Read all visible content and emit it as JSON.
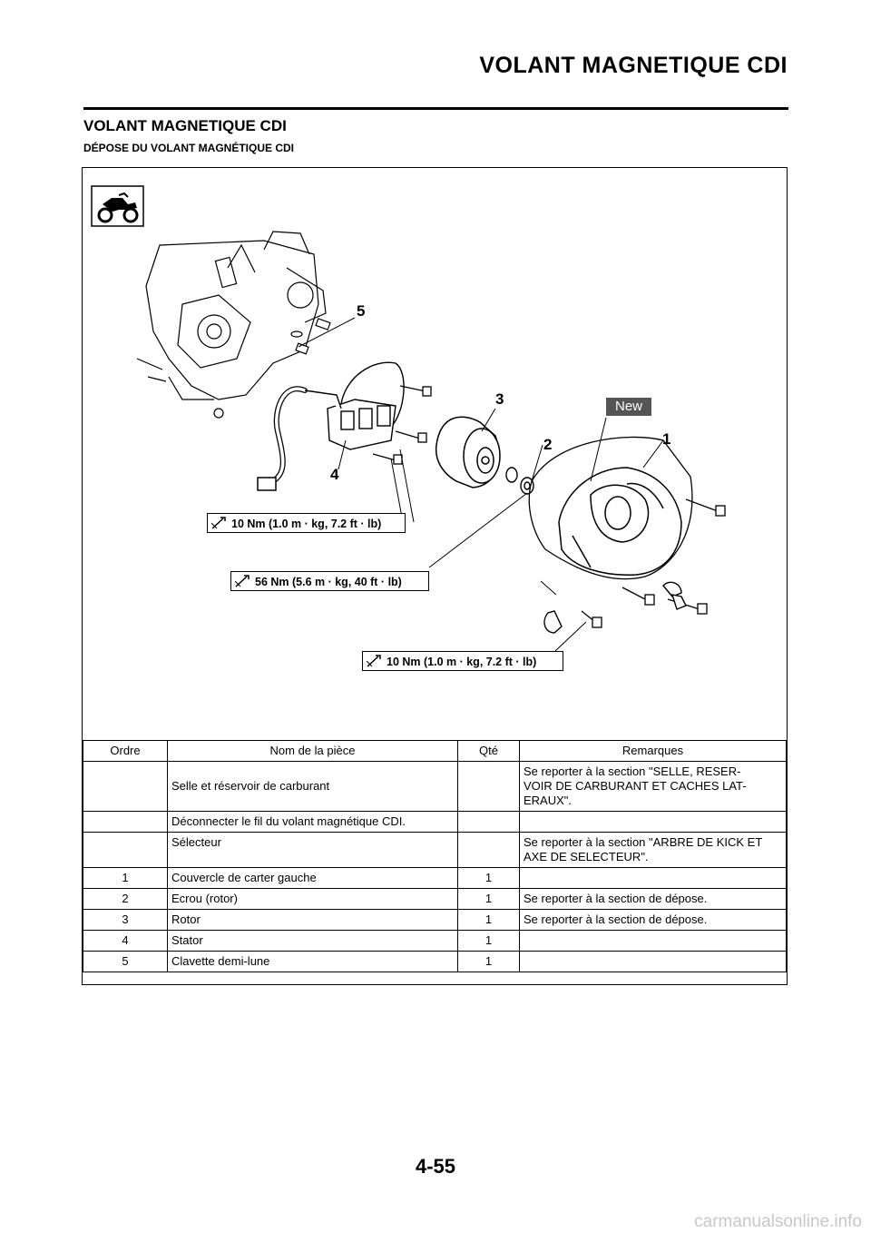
{
  "header": {
    "title": "VOLANT MAGNETIQUE CDI"
  },
  "section": {
    "title": "VOLANT MAGNETIQUE CDI",
    "subtitle": "DÉPOSE DU VOLANT MAGNÉTIQUE CDI"
  },
  "figure": {
    "callouts": [
      "5",
      "3",
      "2",
      "1",
      "4"
    ],
    "new_badge": "New",
    "torques": [
      "10 Nm (1.0 m · kg, 7.2 ft · lb)",
      "56 Nm (5.6 m · kg, 40 ft · lb)",
      "10 Nm (1.0 m · kg, 7.2 ft · lb)"
    ],
    "icons": [
      "motorcycle-icon",
      "wrench-icon"
    ]
  },
  "table": {
    "headers": [
      "Ordre",
      "Nom de la pièce",
      "Qté",
      "Remarques"
    ],
    "rows": [
      [
        "",
        "Selle et réservoir de carburant",
        "",
        "Se reporter à la section \"SELLE, RESER-\nVOIR DE CARBURANT ET CACHES LAT-\nERAUX\"."
      ],
      [
        "",
        "Déconnecter le fil du volant magnétique CDI.",
        "",
        ""
      ],
      [
        "",
        "Sélecteur",
        "",
        "Se reporter à la section \"ARBRE DE KICK ET\nAXE DE SELECTEUR\"."
      ],
      [
        "1",
        "Couvercle de carter gauche",
        "1",
        ""
      ],
      [
        "2",
        "Ecrou (rotor)",
        "1",
        "Se reporter à la section de dépose."
      ],
      [
        "3",
        "Rotor",
        "1",
        "Se reporter à la section de dépose."
      ],
      [
        "4",
        "Stator",
        "1",
        ""
      ],
      [
        "5",
        "Clavette demi-lune",
        "1",
        ""
      ]
    ]
  },
  "page_number": "4-55",
  "footer": "carmanualsonline.info"
}
